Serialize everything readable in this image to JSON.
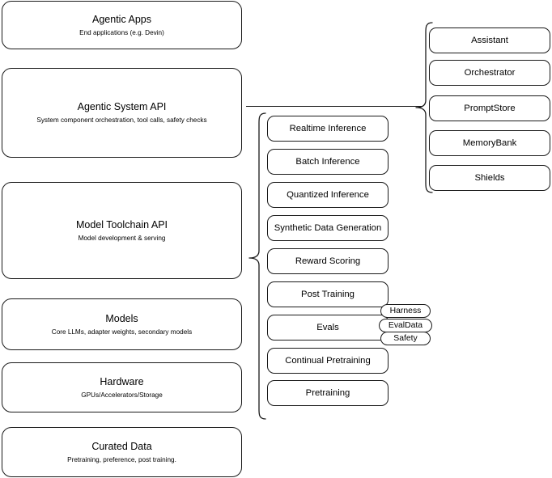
{
  "diagram": {
    "type": "layered-stack-diagram",
    "background_color": "#ffffff",
    "stroke_color": "#1a1a1a"
  },
  "stack_layers": [
    {
      "id": "agentic-apps",
      "title": "Agentic Apps",
      "subtitle": "End applications (e.g. Devin)"
    },
    {
      "id": "agentic-system-api",
      "title": "Agentic System API",
      "subtitle": "System component orchestration, tool calls, safety checks"
    },
    {
      "id": "model-toolchain-api",
      "title": "Model Toolchain API",
      "subtitle": "Model development & serving"
    },
    {
      "id": "models",
      "title": "Models",
      "subtitle": "Core LLMs, adapter weights, secondary models"
    },
    {
      "id": "hardware",
      "title": "Hardware",
      "subtitle": "GPUs/Accelerators/Storage"
    },
    {
      "id": "curated-data",
      "title": "Curated Data",
      "subtitle": "Pretraining, preference, post training."
    }
  ],
  "toolchain_capabilities": [
    {
      "id": "realtime-inference",
      "label": "Realtime Inference"
    },
    {
      "id": "batch-inference",
      "label": "Batch Inference"
    },
    {
      "id": "quantized-inference",
      "label": "Quantized Inference"
    },
    {
      "id": "synthetic-data-generation",
      "label": "Synthetic Data Generation"
    },
    {
      "id": "reward-scoring",
      "label": "Reward Scoring"
    },
    {
      "id": "post-training",
      "label": "Post Training"
    },
    {
      "id": "evals",
      "label": "Evals"
    },
    {
      "id": "continual-pretraining",
      "label": "Continual Pretraining"
    },
    {
      "id": "pretraining",
      "label": "Pretraining"
    }
  ],
  "system_components": [
    {
      "id": "assistant",
      "label": "Assistant"
    },
    {
      "id": "orchestrator",
      "label": "Orchestrator"
    },
    {
      "id": "promptstore",
      "label": "PromptStore"
    },
    {
      "id": "memorybank",
      "label": "MemoryBank"
    },
    {
      "id": "shields",
      "label": "Shields"
    }
  ],
  "evals_subcomponents": [
    {
      "id": "harness",
      "label": "Harness"
    },
    {
      "id": "evaldata",
      "label": "EvalData"
    },
    {
      "id": "safety",
      "label": "Safety"
    }
  ]
}
